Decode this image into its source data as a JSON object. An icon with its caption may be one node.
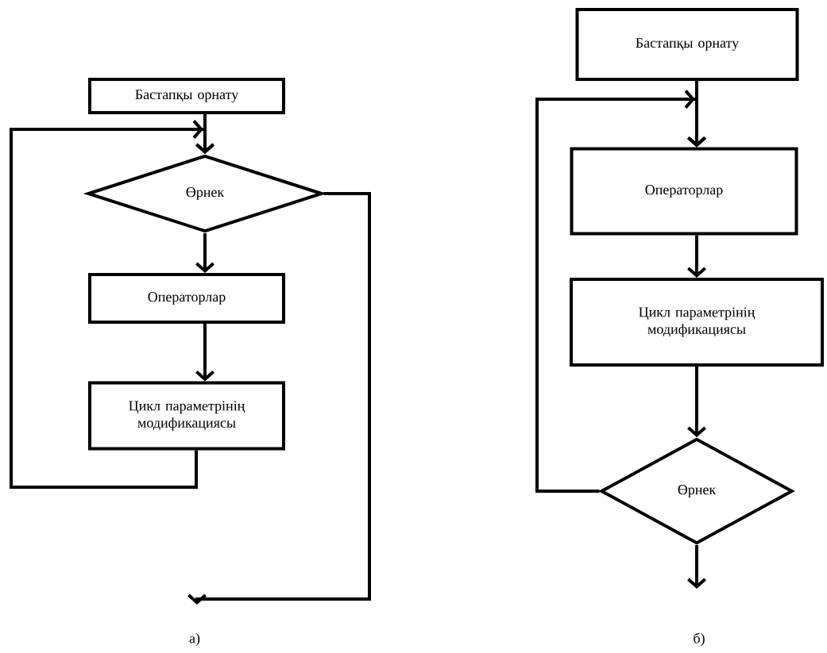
{
  "diagram": {
    "nodes": [
      {
        "text": [
          "Бастапқы орнату"
        ]
      },
      {
        "text": [
          "Өрнек"
        ]
      },
      {
        "text": [
          "Операторлар"
        ]
      },
      {
        "text": [
          "Цикл параметрінің модификациясы"
        ]
      },
      {
        "text": [
          "Бастапқы орнату"
        ]
      },
      {
        "text": [
          "Операторлар"
        ]
      },
      {
        "text": [
          "Цикл параметрінің модификациясы"
        ]
      },
      {
        "text": [
          "Өрнек"
        ]
      }
    ],
    "edges": [
      {
        "from": 0,
        "to": 1,
        "arrow": "to"
      },
      {
        "from": 1,
        "to": 2,
        "arrow": "to"
      },
      {
        "from": 2,
        "to": 3,
        "arrow": "to"
      },
      {
        "from": 3,
        "to": 1,
        "arrow": "to"
      },
      {
        "from": 1,
        "to": null,
        "arrow": "to"
      },
      {
        "from": 4,
        "to": 5,
        "arrow": "to"
      },
      {
        "from": 5,
        "to": 6,
        "arrow": "to"
      },
      {
        "from": 6,
        "to": 7,
        "arrow": "to"
      },
      {
        "from": 7,
        "to": 5,
        "arrow": "to"
      },
      {
        "from": 7,
        "to": null,
        "arrow": "to"
      }
    ],
    "labels": [
      "а)",
      "б)"
    ]
  }
}
